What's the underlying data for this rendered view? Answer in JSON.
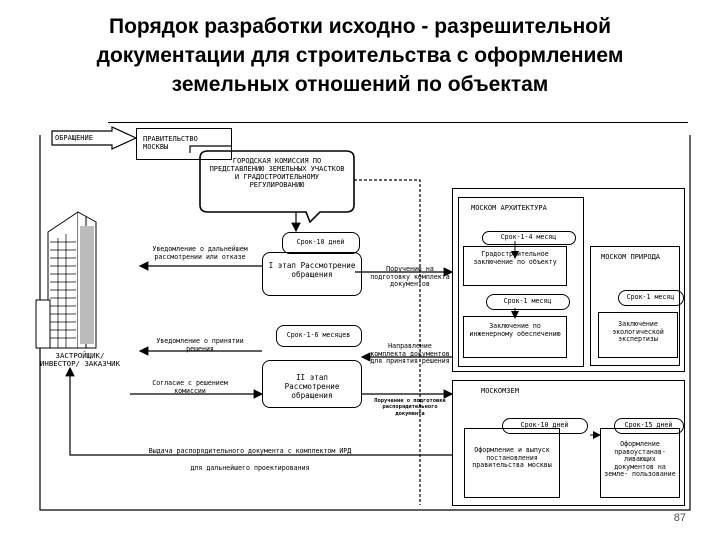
{
  "title": "Порядок разработки исходно - разрешительной документации для строительства с оформлением земельных отношений по объектам",
  "nodes": {
    "obrashchenie": "обращение",
    "government": "правительство москвы",
    "commission": "городская комиссия по представлению земельных участков и градостроительному регулированию",
    "developer": "застройщик/ инвестор/ заказчик",
    "stage1_term": "Срок-10 дней",
    "stage1": "I этап Рассмотрение обращения",
    "stage2_term": "Срок-1-6 месяцев",
    "stage2": "II этап Рассмотрение обращения",
    "moskomarch": "Моском архитектура",
    "mka_term1": "Срок-1-4 месяц",
    "mka_box1": "Градостроительное заключение по объекту",
    "mka_term2": "Срок-1 месяц",
    "mka_box2": "Заключение по инженерному обеспечению",
    "mospriroda": "Моском природа",
    "mp_term": "Срок-1 месяц",
    "mp_box": "Заключение экологической экспертизы",
    "moskomzem": "Москомзем",
    "mkz_term1": "Срок-10 дней",
    "mkz_box1": "Оформление и выпуск постановления правительства москвы",
    "mkz_term2": "Срок-15 дней",
    "mkz_box2": "Оформление правоустанав- ливающих документов на земле- пользование"
  },
  "edge_labels": {
    "notice_consider": "Уведомление о дальнейшем рассмотрении или отказе",
    "order_prepare": "Поручение на подготовку комплекта документов",
    "notice_decision": "Уведомление о принятии решения",
    "send_docs": "Направление комплекта документов для принятия решения",
    "agree_decision": "Согласие с решением комиссии",
    "order_admin": "Поручение о подготовке распорядительного документа",
    "issue_docs": "Выдача распорядительного документа с комплектом ИРД",
    "further_design": "для дальнейшего проектирования"
  },
  "page_number": "87"
}
